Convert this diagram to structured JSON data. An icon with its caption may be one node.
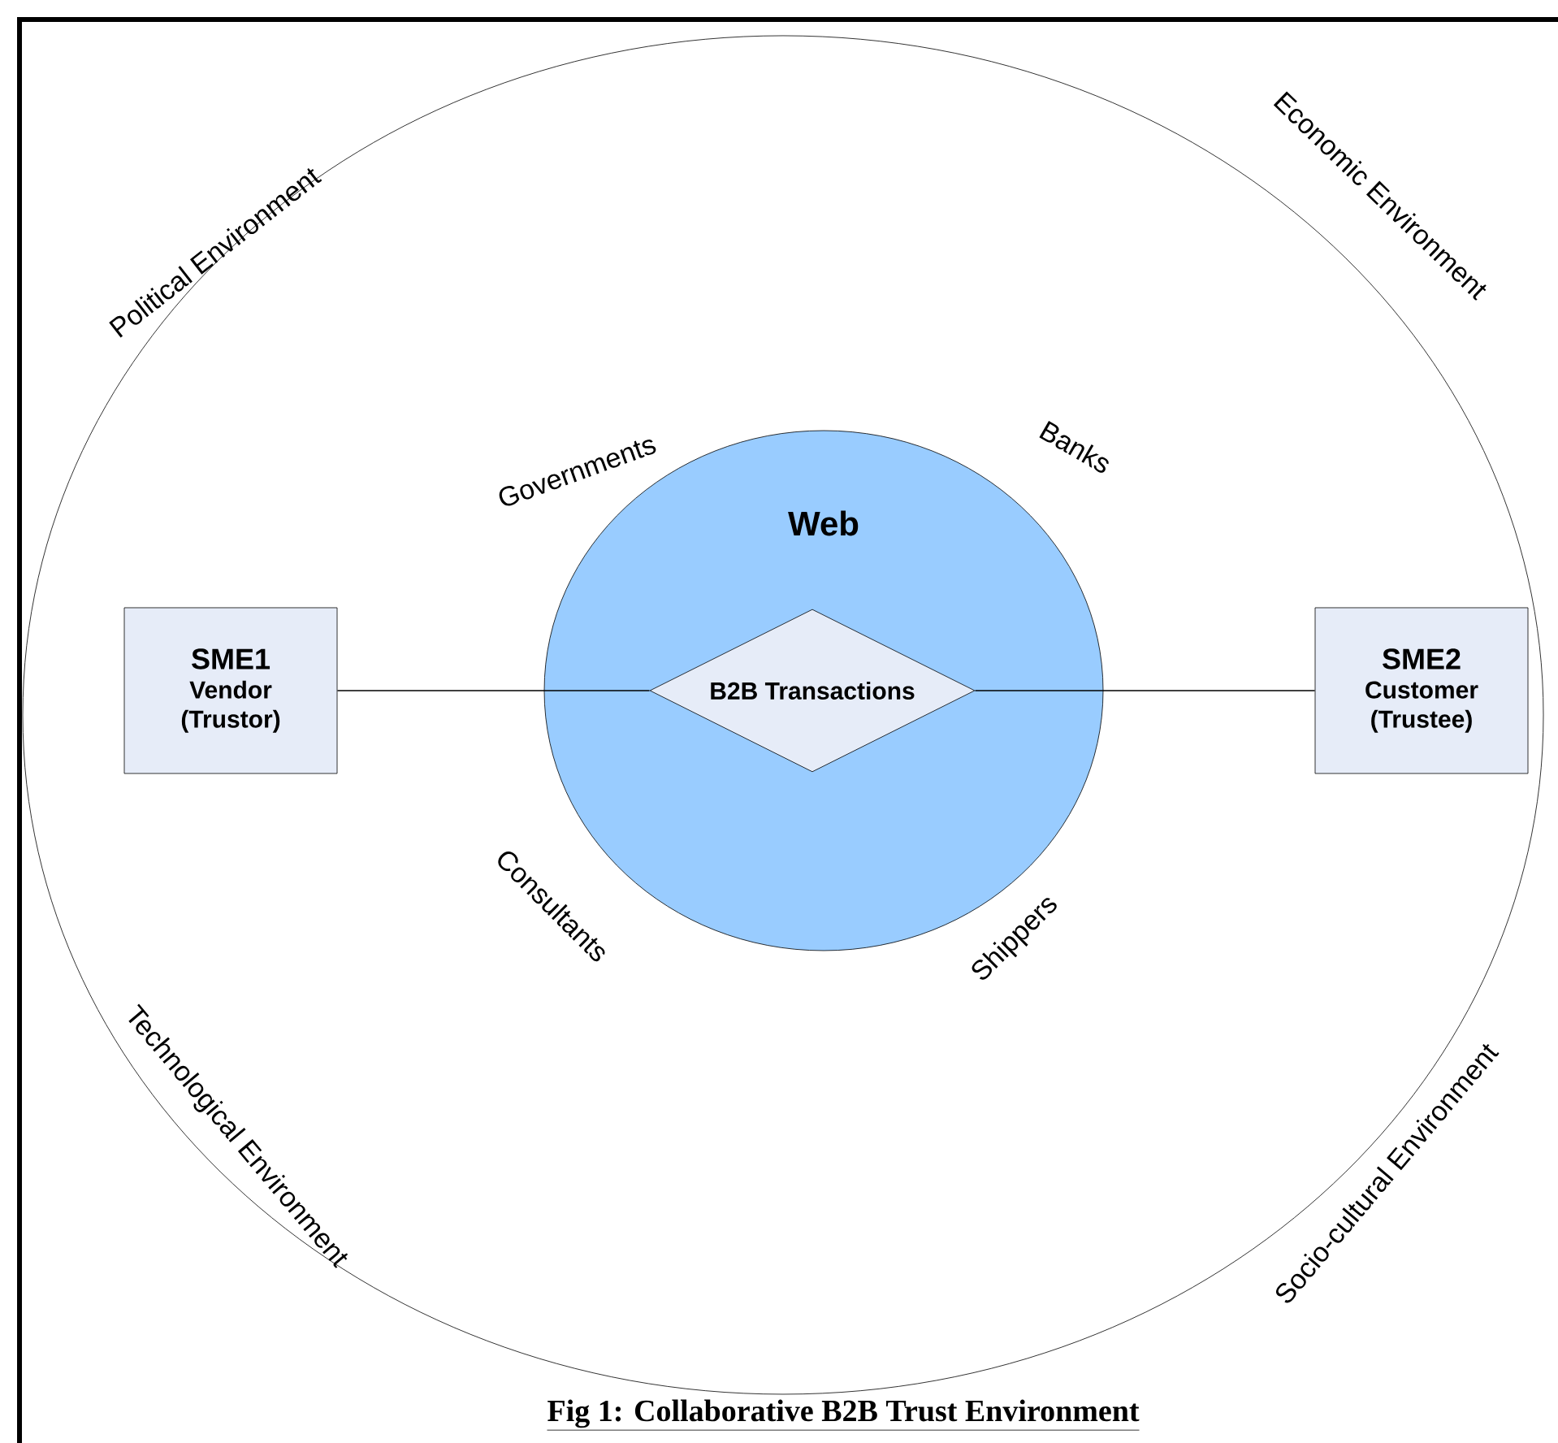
{
  "diagram": {
    "caption": "Fig 1: Collaborative B2B Trust Environment",
    "nodes": [
      {
        "text": [],
        "shape": "circle"
      },
      {
        "text": [
          "Web"
        ],
        "in": 0
      },
      {
        "text": [
          "SME1",
          "Vendor (Trustor)"
        ],
        "in": 0
      },
      {
        "text": [
          "B2B Transactions"
        ],
        "in": 1
      },
      {
        "text": [
          "SME2",
          "Customer (Trustee)"
        ],
        "in": 0
      }
    ],
    "edges": [
      {
        "from": 2,
        "to": 3,
        "arrow": "none"
      },
      {
        "from": 3,
        "to": 4,
        "arrow": "none"
      }
    ],
    "labels": [
      "Political Environment",
      "Economic Environment",
      "Governments",
      "Banks",
      "Consultants",
      "Shippers",
      "Technological Environment",
      "Socio-cultural Environment"
    ]
  }
}
